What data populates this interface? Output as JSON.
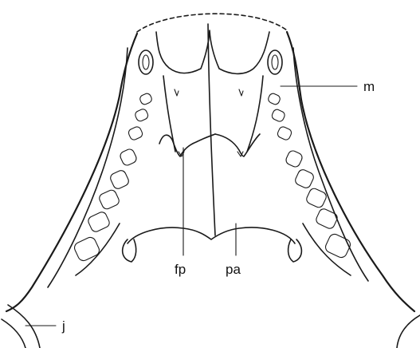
{
  "labels": {
    "m": "m",
    "fp": "fp",
    "pa": "pa",
    "j": "j"
  },
  "colors": {
    "ink": "#1a1a1a",
    "background": "#ffffff"
  }
}
